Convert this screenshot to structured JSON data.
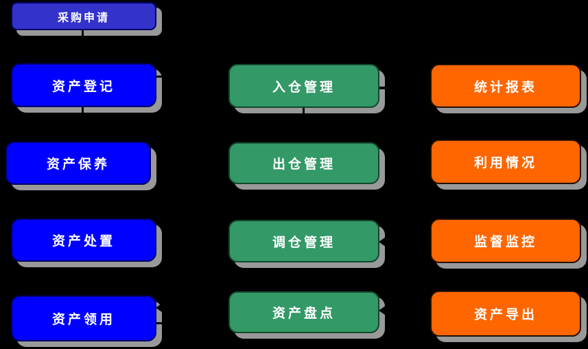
{
  "colors": {
    "background": "#000000",
    "shadow": "#999999",
    "label_text": "#FFFFFF",
    "header_blue": "#3333CC",
    "blue": "#0000FF",
    "green": "#339966",
    "orange": "#FF6600",
    "connector": "#000000"
  },
  "columns": [
    {
      "items": [
        {
          "label": "采购申请"
        },
        {
          "label": "资产登记"
        },
        {
          "label": "资产保养"
        },
        {
          "label": "资产处置"
        },
        {
          "label": "资产领用"
        }
      ]
    },
    {
      "items": [
        {
          "label": "入仓管理"
        },
        {
          "label": "出仓管理"
        },
        {
          "label": "调仓管理"
        },
        {
          "label": "资产盘点"
        }
      ]
    },
    {
      "items": [
        {
          "label": "统计报表"
        },
        {
          "label": "利用情况"
        },
        {
          "label": "监督监控"
        },
        {
          "label": "资产导出"
        }
      ]
    }
  ]
}
